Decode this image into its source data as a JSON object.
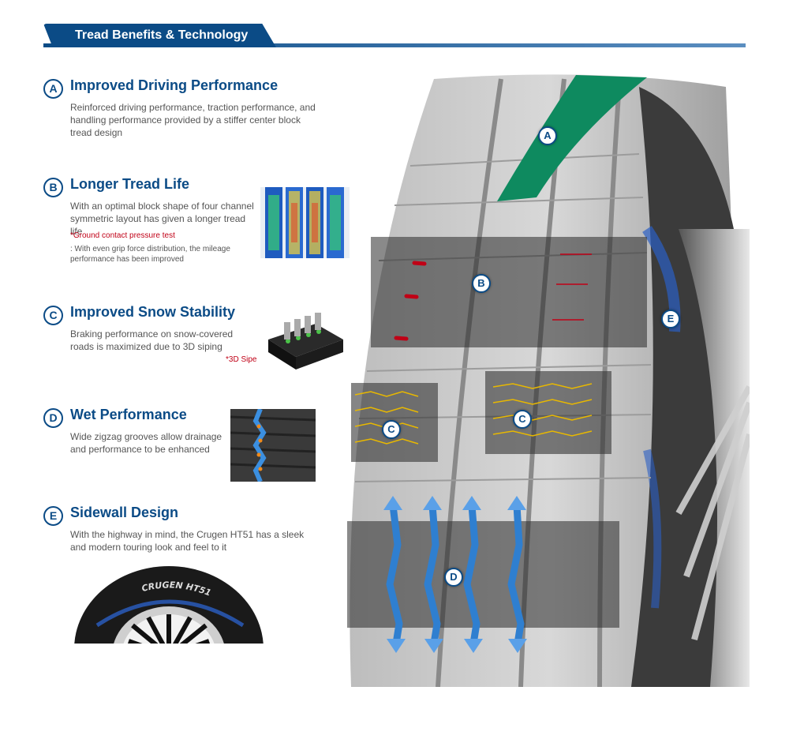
{
  "header": {
    "title": "Tread Benefits & Technology"
  },
  "features": [
    {
      "letter": "A",
      "title": "Improved Driving Performance",
      "text": "Reinforced driving performance, traction performance, and handling performance provided by a stiffer center block tread design"
    },
    {
      "letter": "B",
      "title": "Longer Tread Life",
      "text": "With an optimal block shape of four channel symmetric layout has given a longer tread life",
      "note_title": "*Ground contact pressure test",
      "note_text": ": With even grip force distribution, the mileage performance has been improved"
    },
    {
      "letter": "C",
      "title": "Improved Snow Stability",
      "text": "Braking performance on snow-covered roads is maximized due to 3D siping",
      "image_label": "*3D Sipe"
    },
    {
      "letter": "D",
      "title": "Wet Performance",
      "text": "Wide zigzag grooves allow drainage and performance to be enhanced"
    },
    {
      "letter": "E",
      "title": "Sidewall Design",
      "text": "With the highway in mind, the Crugen HT51 has a sleek and modern touring look and feel to it"
    }
  ],
  "sidewall_lettering": "CRUGEN HT51",
  "callouts": {
    "a": "A",
    "b": "B",
    "c1": "C",
    "c2": "C",
    "d": "D",
    "e": "E"
  },
  "colors": {
    "brand": "#0b4b86",
    "accent_red": "#c00016",
    "tread_green": "#0e8a5f",
    "water_blue": "#2f7fd0"
  }
}
